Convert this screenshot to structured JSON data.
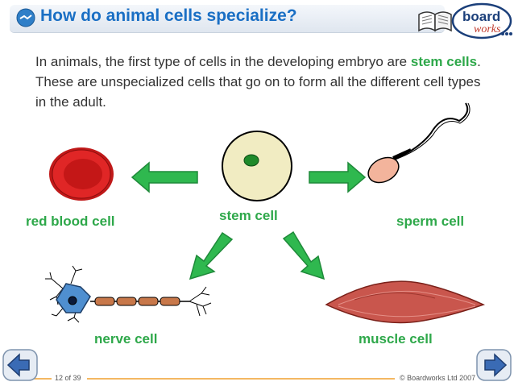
{
  "header": {
    "title": "How do animal cells specialize?",
    "logo_text_top": "board",
    "logo_text_bottom": "works"
  },
  "intro": {
    "part1": "In animals, the first type of cells in the developing embryo are ",
    "highlight": "stem cells",
    "part2": ". These are unspecialized cells that go on to form all the different cell types in the adult."
  },
  "cells": {
    "stem": "stem cell",
    "red_blood": "red blood cell",
    "sperm": "sperm cell",
    "nerve": "nerve cell",
    "muscle": "muscle cell"
  },
  "footer": {
    "page": "12 of 39",
    "copyright": "© Boardworks Ltd 2007"
  },
  "colors": {
    "title": "#1a6fc4",
    "label_green": "#2ea84a",
    "arrow_green": "#2fb84f"
  },
  "icons": [
    "slide-icon",
    "book-icon",
    "back-arrow-icon",
    "forward-arrow-icon"
  ]
}
